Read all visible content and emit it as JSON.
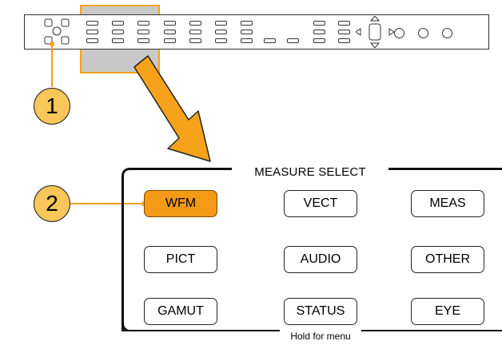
{
  "callouts": {
    "one": "1",
    "two": "2"
  },
  "panel": {
    "title": "MEASURE SELECT",
    "hold_label": "Hold for menu",
    "buttons": [
      {
        "label": "WFM",
        "active": true
      },
      {
        "label": "VECT",
        "active": false
      },
      {
        "label": "MEAS",
        "active": false
      },
      {
        "label": "PICT",
        "active": false
      },
      {
        "label": "AUDIO",
        "active": false
      },
      {
        "label": "OTHER",
        "active": false
      },
      {
        "label": "GAMUT",
        "active": false
      },
      {
        "label": "STATUS",
        "active": false
      },
      {
        "label": "EYE",
        "active": false
      }
    ]
  },
  "colors": {
    "accent": "#f39a16",
    "callout_fill": "#f8c659",
    "highlight_border": "#f6a21a",
    "highlight_fill": "#c8c8c8"
  }
}
